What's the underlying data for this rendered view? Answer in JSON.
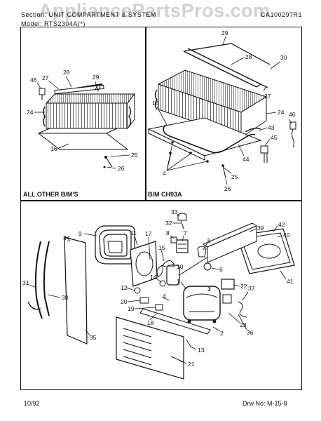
{
  "header": {
    "section_text": "Section: UNIT COMPARTMENT & SYSTEM",
    "model_text": "Model: RTS2304A(*)",
    "drawing_ref": "CA100297R1",
    "watermark": "AppliancePartsPros.com"
  },
  "panels": {
    "left_label": "ALL OTHER B/M'S",
    "right_label": "B/M CH93A"
  },
  "footer": {
    "date": "10/92",
    "drawing_no": "Drw No: M-15-8"
  },
  "callouts": {
    "left": [
      "46",
      "27",
      "28",
      "29",
      "24",
      "16",
      "25",
      "26"
    ],
    "right": [
      "29",
      "28",
      "30",
      "27",
      "16",
      "24",
      "43",
      "46",
      "45",
      "4",
      "44",
      "25",
      "26"
    ],
    "bottom": [
      "9",
      "33",
      "32",
      "39",
      "42",
      "40",
      "34",
      "11",
      "17",
      "8",
      "7",
      "15",
      "5",
      "10",
      "6",
      "41",
      "12",
      "14",
      "1",
      "22",
      "3",
      "37",
      "20",
      "19",
      "4",
      "31",
      "38",
      "18",
      "2",
      "23",
      "36",
      "35",
      "13",
      "21"
    ]
  }
}
